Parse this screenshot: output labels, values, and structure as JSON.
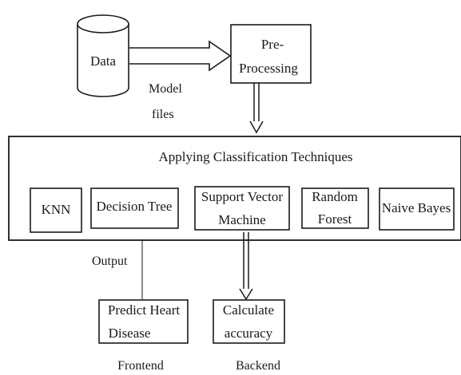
{
  "nodes": {
    "data": "Data",
    "preprocessing_line1": "Pre-",
    "preprocessing_line2": "Processing",
    "classification_title": "Applying Classification Techniques",
    "knn": "KNN",
    "decision_tree": "Decision Tree",
    "svm_line1": "Support Vector",
    "svm_line2": "Machine",
    "random_forest_line1": "Random",
    "random_forest_line2": "Forest",
    "naive_bayes": "Naive Bayes",
    "predict_line1": "Predict Heart",
    "predict_line2": "Disease",
    "accuracy_line1": "Calculate",
    "accuracy_line2": "accuracy"
  },
  "labels": {
    "model_files_line1": "Model",
    "model_files_line2": "files",
    "output": "Output",
    "frontend": "Frontend",
    "backend": "Backend"
  }
}
